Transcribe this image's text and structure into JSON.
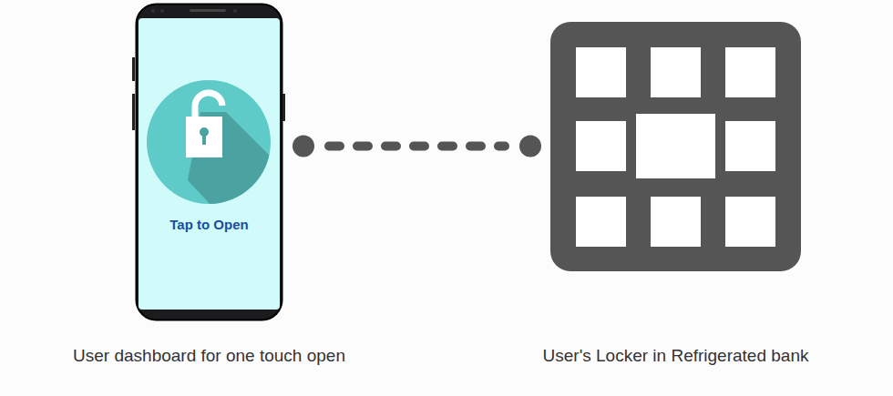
{
  "diagram": {
    "nodes": [
      {
        "text": [
          "Tap to Open",
          "User dashboard for one touch open"
        ]
      },
      {
        "text": [
          "User's Locker in Refrigerated bank"
        ]
      }
    ],
    "edges": [
      {
        "from": 0,
        "to": 1,
        "arrow": "none"
      }
    ]
  }
}
